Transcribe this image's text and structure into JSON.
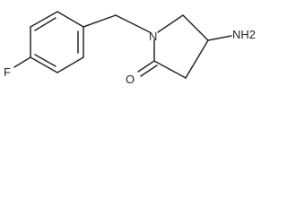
{
  "molecule": {
    "atoms": {
      "fluorine": "F",
      "ring_nitrogen": "N",
      "carbonyl_oxygen": "O",
      "amine": "NH2"
    },
    "colors": {
      "bond": "#262626",
      "label": "#262626",
      "background": "#ffffff"
    }
  }
}
